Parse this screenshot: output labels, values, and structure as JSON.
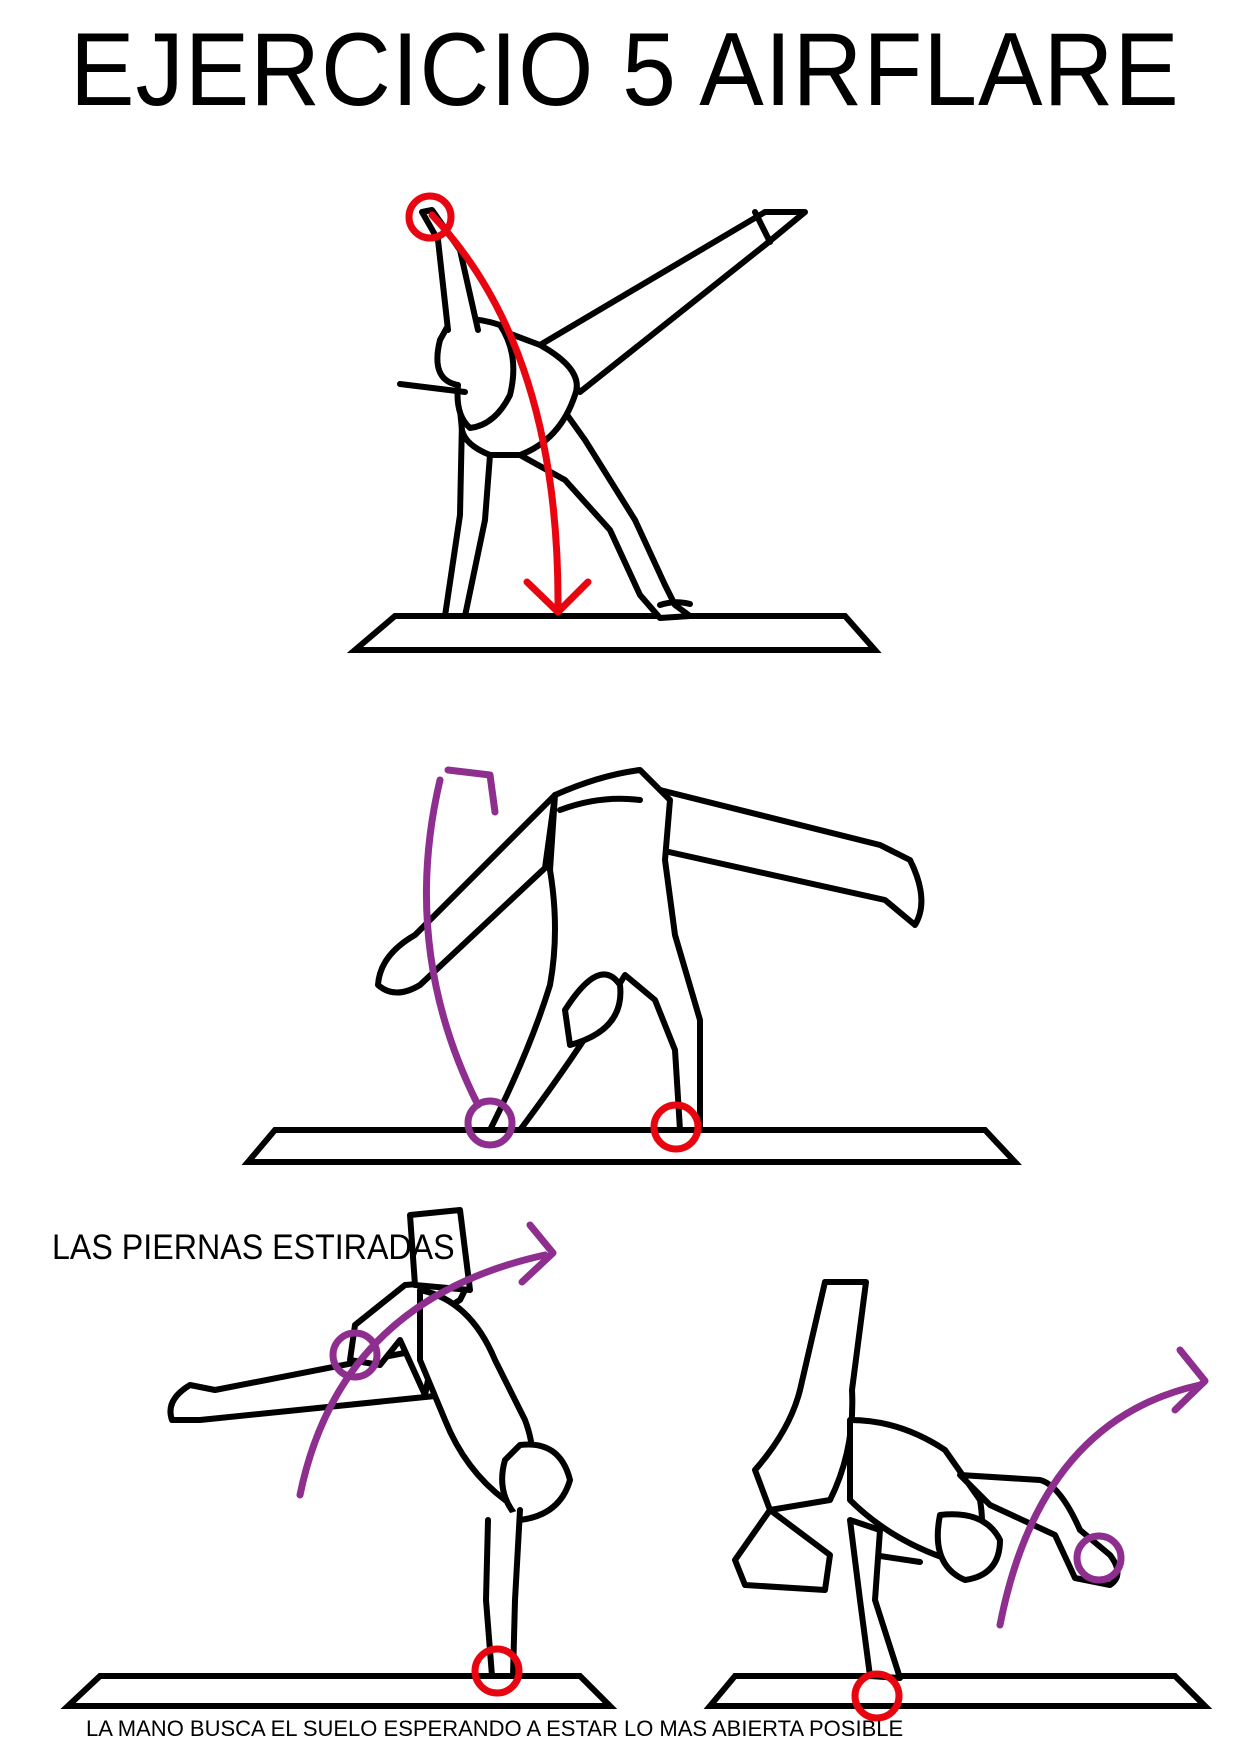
{
  "title": "EJERCICIO 5 AIRFLARE",
  "note": "LAS PIERNAS ESTIRADAS",
  "caption": "LA MANO BUSCA EL SUELO ESPERANDO A ESTAR LO MAS ABIERTA POSIBLE",
  "colors": {
    "arrow_red": "#e8050f",
    "arrow_purple": "#8e2e8f",
    "line": "#000000"
  }
}
